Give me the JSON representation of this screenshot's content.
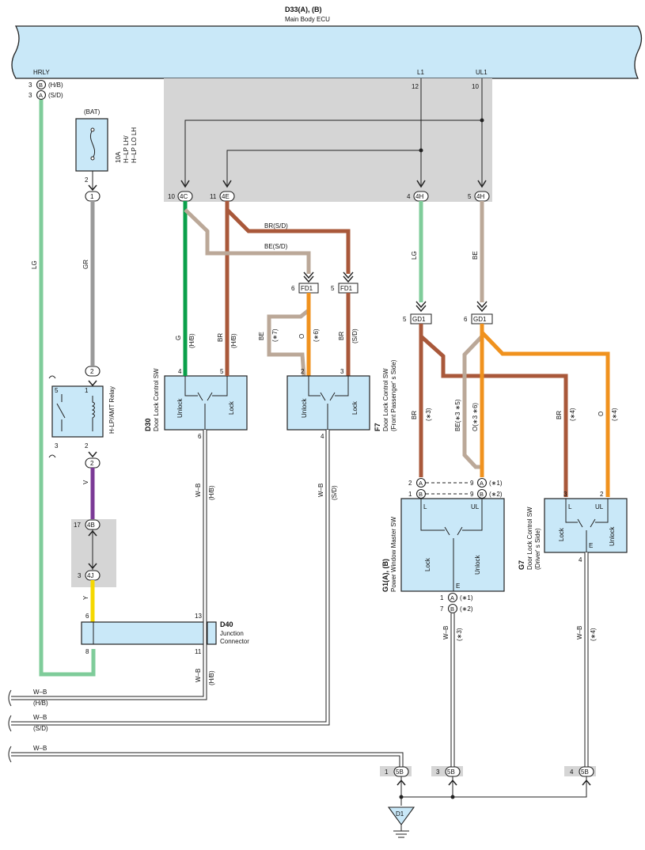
{
  "ecu": {
    "id": "D33(A), (B)",
    "name": "Main Body ECU",
    "pin_hrly": "HRLY",
    "pin_l1": "L1",
    "pin_ul1": "UL1",
    "pin_l1_num": "12",
    "pin_ul1_num": "10"
  },
  "hrly_conn": {
    "b_num": "3",
    "b_letter": "B",
    "b_note": "(H/B)",
    "a_num": "3",
    "a_letter": "A",
    "a_note": "(S/D)"
  },
  "fuse": {
    "tag": "(BAT)",
    "rating": "10A",
    "line1": "H–LP LH/",
    "line2": "H–LP LO LH",
    "pin": "2"
  },
  "relay": {
    "name": "H-LP/AMT Relay",
    "p5": "5",
    "p1": "1",
    "p3": "3",
    "p2": "2"
  },
  "conn_labels": {
    "c1": "1",
    "c2a": "2",
    "c2b": "2",
    "c4b": "4B",
    "c4b_num": "17",
    "c4j": "4J",
    "c4j_num": "3",
    "c4c": "4C",
    "c4c_num": "10",
    "c4e": "4E",
    "c4e_num": "11",
    "c4h1": "4H",
    "c4h1_num": "4",
    "c4h2": "4H",
    "c4h2_num": "5",
    "fd1a": "FD1",
    "fd1a_num": "6",
    "fd1b": "FD1",
    "fd1b_num": "5",
    "gd1a": "GD1",
    "gd1a_num": "5",
    "gd1b": "GD1",
    "gd1b_num": "6",
    "c5b1": "5B",
    "c5b1_num": "1",
    "c5b2": "5B",
    "c5b2_num": "3",
    "c5b3": "5B",
    "c5b3_num": "4",
    "ground": "D1"
  },
  "wires": {
    "lg": "LG",
    "gr": "GR",
    "v": "V",
    "y": "Y",
    "g": "G",
    "g_note": "(H/B)",
    "br": "BR",
    "br_note": "(H/B)",
    "br_sd": "BR(S/D)",
    "be_sd": "BE(S/D)",
    "be7": "BE",
    "be7_note": "(∗7)",
    "o6": "O",
    "o6_note": "(∗6)",
    "br_sd2": "BR",
    "br_sd2_note": "(S/D)",
    "lg2": "LG",
    "be2": "BE",
    "br3": "BR",
    "br3_note": "(∗3)",
    "be35": "BE(∗3 ∗5)",
    "o36": "O(∗3 ∗6)",
    "br4": "BR",
    "br4_note": "(∗4)",
    "o4": "O",
    "o4_note": "(∗4)",
    "wb": "W–B",
    "hb": "(H/B)",
    "sd": "(S/D)",
    "n3": "(∗3)",
    "n4": "(∗4)"
  },
  "d30": {
    "id": "D30",
    "name": "Door Lock Control SW",
    "unlock": "Unlock",
    "lock": "Lock",
    "p4": "4",
    "p5": "5",
    "p6": "6"
  },
  "f7": {
    "id": "F7",
    "name": "Door Lock Control SW",
    "side": "(Front Passenger' s Side)",
    "unlock": "Unlock",
    "lock": "Lock",
    "p2": "2",
    "p3": "3",
    "p4": "4"
  },
  "g1": {
    "id": "G1(A), (B)",
    "name": "Power Window Master SW",
    "l": "L",
    "ul": "UL",
    "lock": "Lock",
    "unlock": "Unlock",
    "e": "E",
    "pa2": "2",
    "pb1": "1",
    "pa9": "9",
    "pb9": "9",
    "n1": "(∗1)",
    "n2": "(∗2)",
    "bot_a": "1",
    "bot_b": "7",
    "bot_n1": "(∗1)",
    "bot_n2": "(∗2)",
    "a": "A",
    "b": "B"
  },
  "g7": {
    "id": "G7",
    "name": "Door Lock Control SW",
    "side": "(Driver' s Side)",
    "l": "L",
    "ul": "UL",
    "lock": "Lock",
    "unlock": "Unlock",
    "e": "E",
    "p3": "3",
    "p2": "2",
    "p4": "4"
  },
  "d40": {
    "id": "D40",
    "name1": "Junction",
    "name2": "Connector",
    "p13": "13",
    "p6": "6",
    "p8": "8",
    "p11": "11"
  },
  "left_lines": {
    "l1": "W–B",
    "l1n": "(H/B)",
    "l2": "W–B",
    "l2n": "(S/D)",
    "l3": "W–B"
  },
  "colors": {
    "lg": "#7fcc9a",
    "gr": "#9a9a9a",
    "violet": "#7b3a96",
    "yellow": "#f5d800",
    "green": "#0aa04a",
    "brown": "#a9583a",
    "beige": "#bba898",
    "orange": "#f0921e",
    "box": "#c9e8f8",
    "shade": "#d5d5d5"
  }
}
